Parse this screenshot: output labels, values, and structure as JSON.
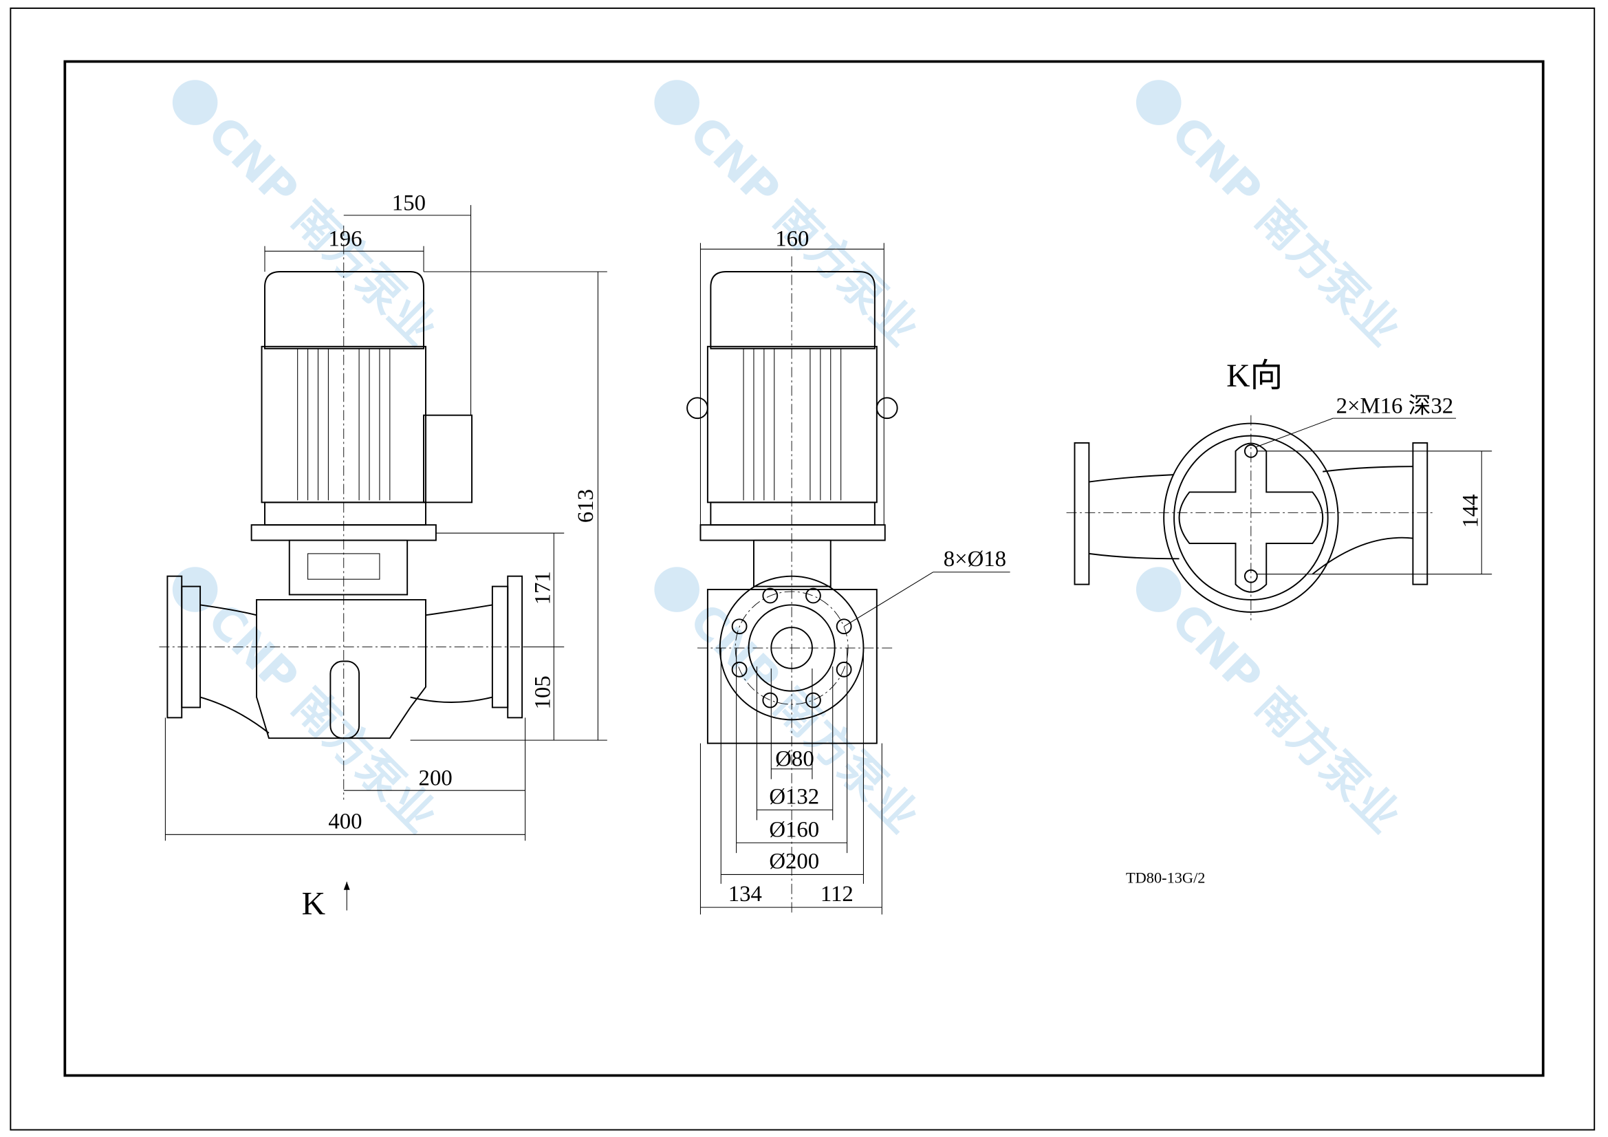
{
  "drawing": {
    "model": "TD80-13G/2",
    "watermark": "CNP 南方泵业",
    "view_k_label": "K",
    "view_k_title": "K向",
    "front_view": {
      "dims": {
        "motor_offset": "150",
        "motor_width": "196",
        "total_height": "613",
        "upper_height": "171",
        "lower_height": "105",
        "half_length": "200",
        "total_length": "400"
      }
    },
    "side_view": {
      "dims": {
        "motor_width": "160",
        "bolt_holes": "8×Ø18",
        "bore": "Ø80",
        "raised_face": "Ø132",
        "bolt_circle": "Ø160",
        "flange_od": "Ø200",
        "left_offset": "134",
        "right_offset": "112"
      }
    },
    "k_view": {
      "dims": {
        "tapped_holes": "2×M16 深32",
        "hole_spacing": "144"
      }
    }
  }
}
